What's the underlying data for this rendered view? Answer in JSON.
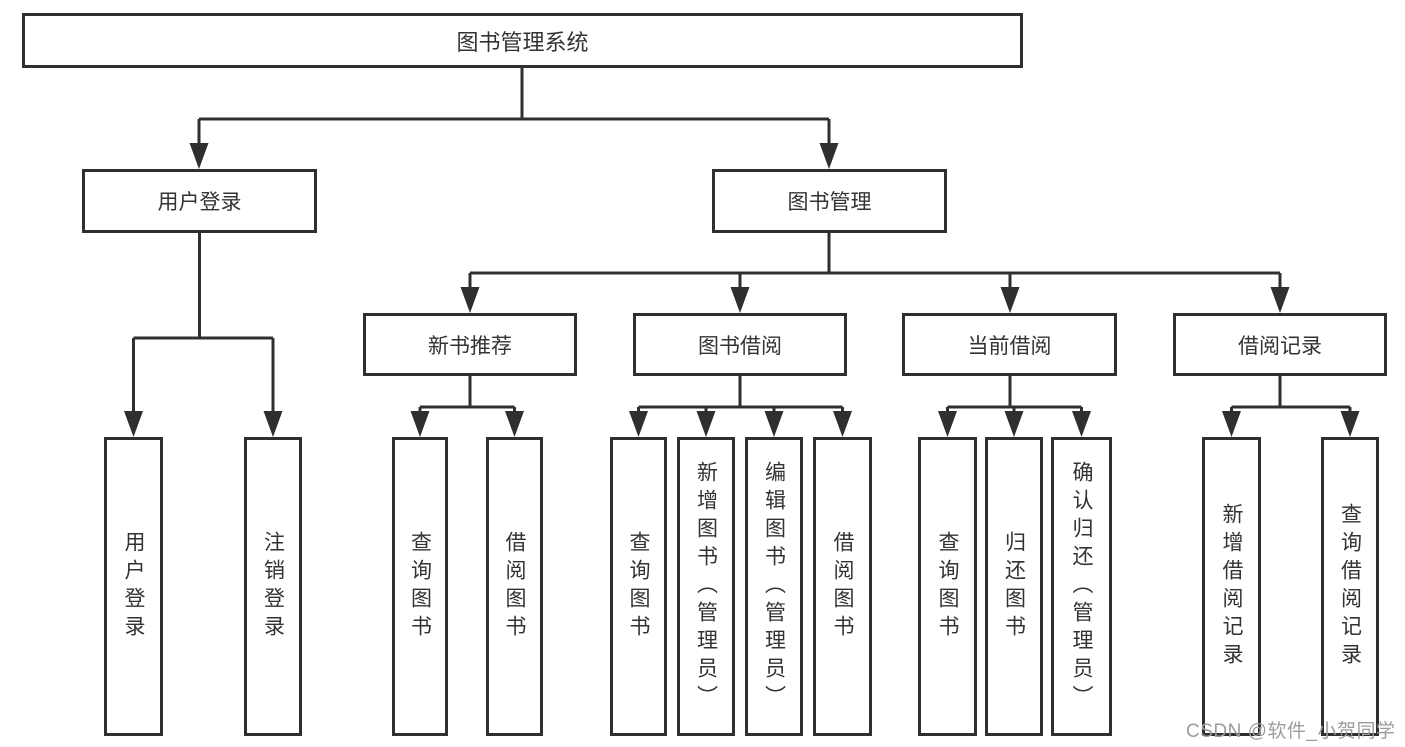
{
  "colors": {
    "line": "#2f2f2f",
    "text": "#333333",
    "watermark": "#9c9c9c",
    "background": "#ffffff"
  },
  "watermark": "CSDN @软件_小贺同学",
  "diagram": {
    "root": {
      "label": "图书管理系统"
    },
    "level2": [
      {
        "label": "用户登录"
      },
      {
        "label": "图书管理"
      }
    ],
    "level3": [
      {
        "label": "新书推荐"
      },
      {
        "label": "图书借阅"
      },
      {
        "label": "当前借阅"
      },
      {
        "label": "借阅记录"
      }
    ],
    "leaves": [
      {
        "label": "用户登录"
      },
      {
        "label": "注销登录"
      },
      {
        "label": "查询图书"
      },
      {
        "label": "借阅图书"
      },
      {
        "label": "查询图书"
      },
      {
        "label": "新增图书（管理员）"
      },
      {
        "label": "编辑图书（管理员）"
      },
      {
        "label": "借阅图书"
      },
      {
        "label": "查询图书"
      },
      {
        "label": "归还图书"
      },
      {
        "label": "确认归还（管理员）"
      },
      {
        "label": "新增借阅记录"
      },
      {
        "label": "查询借阅记录"
      }
    ]
  }
}
